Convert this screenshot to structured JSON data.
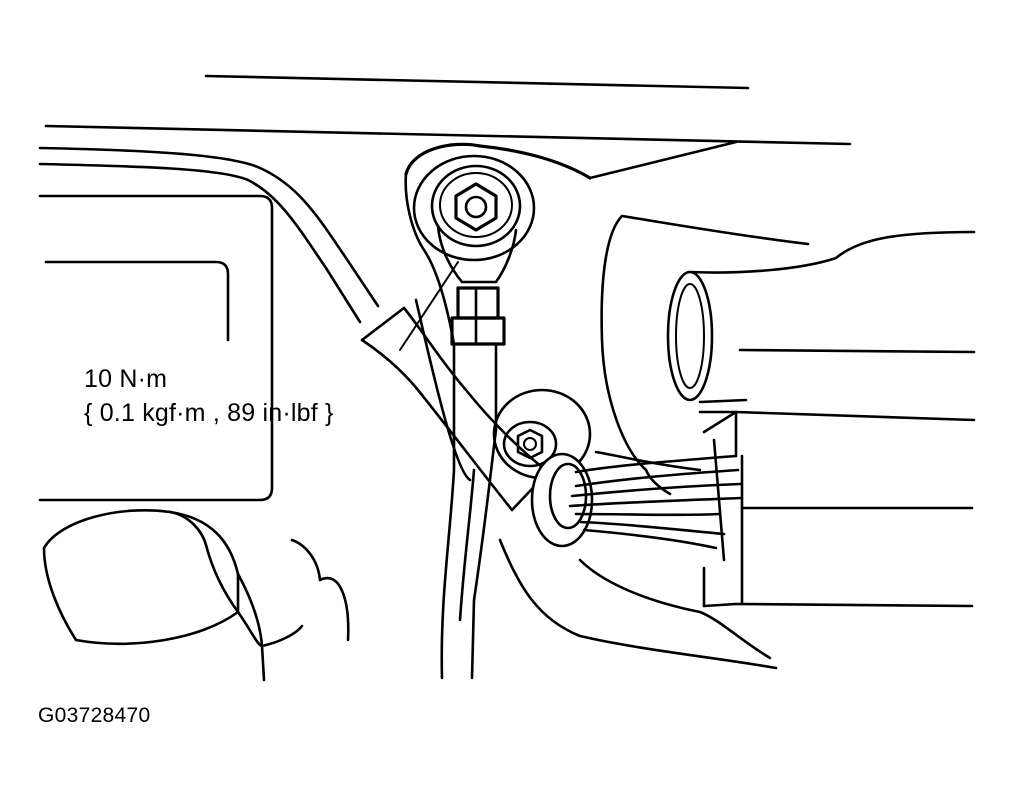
{
  "torque_spec": {
    "primary": "10 N·m",
    "secondary": "{ 0.1 kgf·m , 89 in·lbf }"
  },
  "figure_id": "G03728470"
}
